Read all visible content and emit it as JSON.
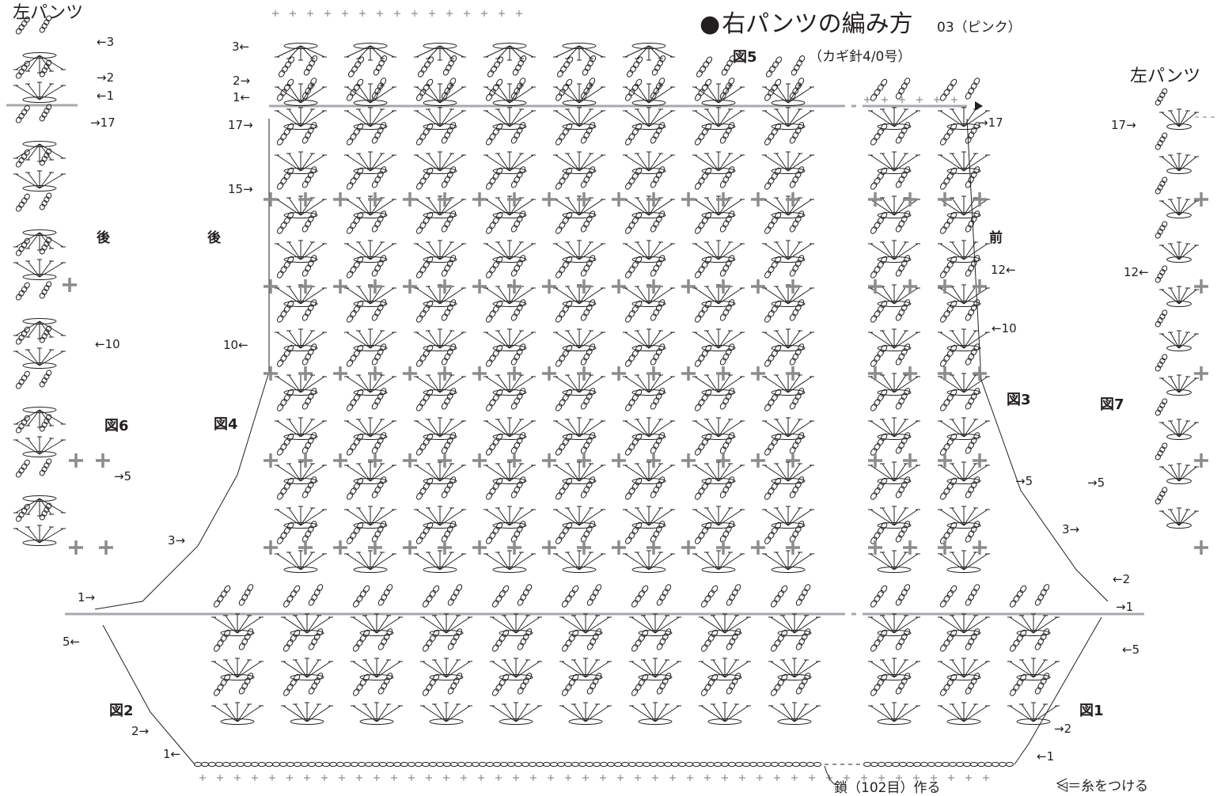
{
  "title": "右パンツの編み方",
  "title_code": "03（ピンク）",
  "subtitle": "（カギ針4/0号）",
  "left_pants_top": "左パンツ",
  "left_pants_right": "左パンツ",
  "back_label_left": "後",
  "back_label_main": "後",
  "front_label": "前",
  "figures": {
    "fig1": "図1",
    "fig2": "図2",
    "fig3": "図3",
    "fig4": "図4",
    "fig5": "図5",
    "fig6": "図6",
    "fig7": "図7"
  },
  "row_markers": {
    "lt_3": "←3",
    "lt_2": "→2",
    "lt_1": "←1",
    "lt_17": "→17",
    "lt_10": "←10",
    "lt_5": "→5",
    "m_3": "3←",
    "m_2": "2→",
    "m_1": "1←",
    "m_17": "17→",
    "m_15": "15→",
    "m_10": "10←",
    "m_low3": "3→",
    "m_low1": "1→",
    "m_low5": "5←",
    "m_low2": "2→",
    "m_low1b": "1←",
    "r_17": "→17",
    "r_12": "12←",
    "r_10": "←10",
    "r_5": "→5",
    "r_2": "←2",
    "r_1": "→1",
    "r_5b": "←5",
    "r_2b": "→2",
    "r_1b": "←1",
    "fr_17": "17→",
    "fr_12": "12←",
    "fr_5": "→5",
    "fr_3": "3→"
  },
  "start_chain_note": "鎖（102目）作る",
  "legend_note": "◁＝糸をつける",
  "colors": {
    "ink": "#231f20",
    "guide": "#a7a9ac",
    "plus_gray": "#8c8c8c"
  }
}
